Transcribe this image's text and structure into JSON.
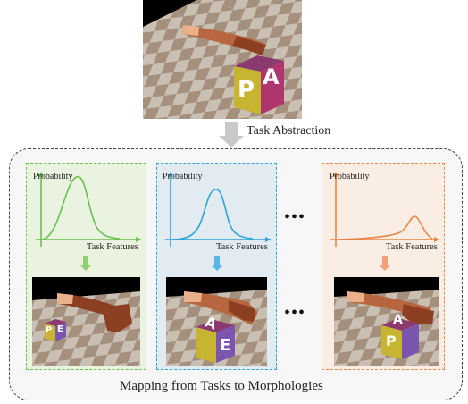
{
  "top_scene": {
    "cube_letters": [
      "A",
      "P"
    ]
  },
  "abstraction": {
    "label": "Task Abstraction"
  },
  "panels": [
    {
      "color": "#69c04e",
      "fill": "#eaf3e0",
      "y_label": "Probability",
      "x_label": "Task Features",
      "cube_letters": [
        "P",
        "E"
      ]
    },
    {
      "color": "#2aa4d8",
      "fill": "#e2ebf2",
      "y_label": "Probability",
      "x_label": "Task Features",
      "cube_letters": [
        "A",
        "E"
      ]
    },
    {
      "color": "#e8864a",
      "fill": "#faeee4",
      "y_label": "Probability",
      "x_label": "Task Features",
      "cube_letters": [
        "A",
        "P"
      ]
    }
  ],
  "ellipsis_top": "•••",
  "ellipsis_bottom": "•••",
  "caption": "Mapping from Tasks to Morphologies"
}
